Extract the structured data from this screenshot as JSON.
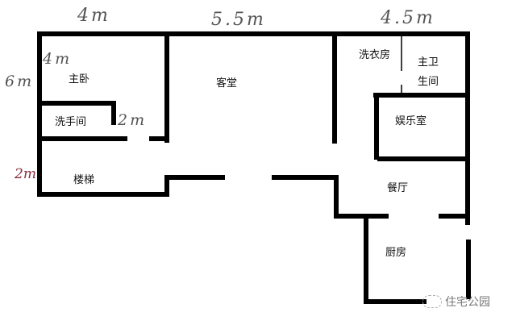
{
  "rooms": {
    "master_bedroom": "主卧",
    "living_room": "客堂",
    "laundry": "洗衣房",
    "master_bathroom_line1": "主卫",
    "master_bathroom_line2": "生间",
    "washroom": "洗手间",
    "entertainment_room": "娱乐室",
    "stairs": "楼梯",
    "dining_room": "餐厅",
    "kitchen": "厨房"
  },
  "dimensions": {
    "top_left_width": "4m",
    "top_middle_width": "5.5m",
    "top_right_width": "4.5m",
    "bedroom_depth": "4m",
    "left_height": "6m",
    "washroom_width": "2m",
    "stairs_height": "2m"
  },
  "watermark": {
    "text": "住宅公园",
    "icon": "wechat-icon"
  },
  "colors": {
    "wall": "#000000",
    "dimension_ink": "#555555",
    "stairs_dimension_ink": "#8a2f3f",
    "background": "#ffffff"
  }
}
